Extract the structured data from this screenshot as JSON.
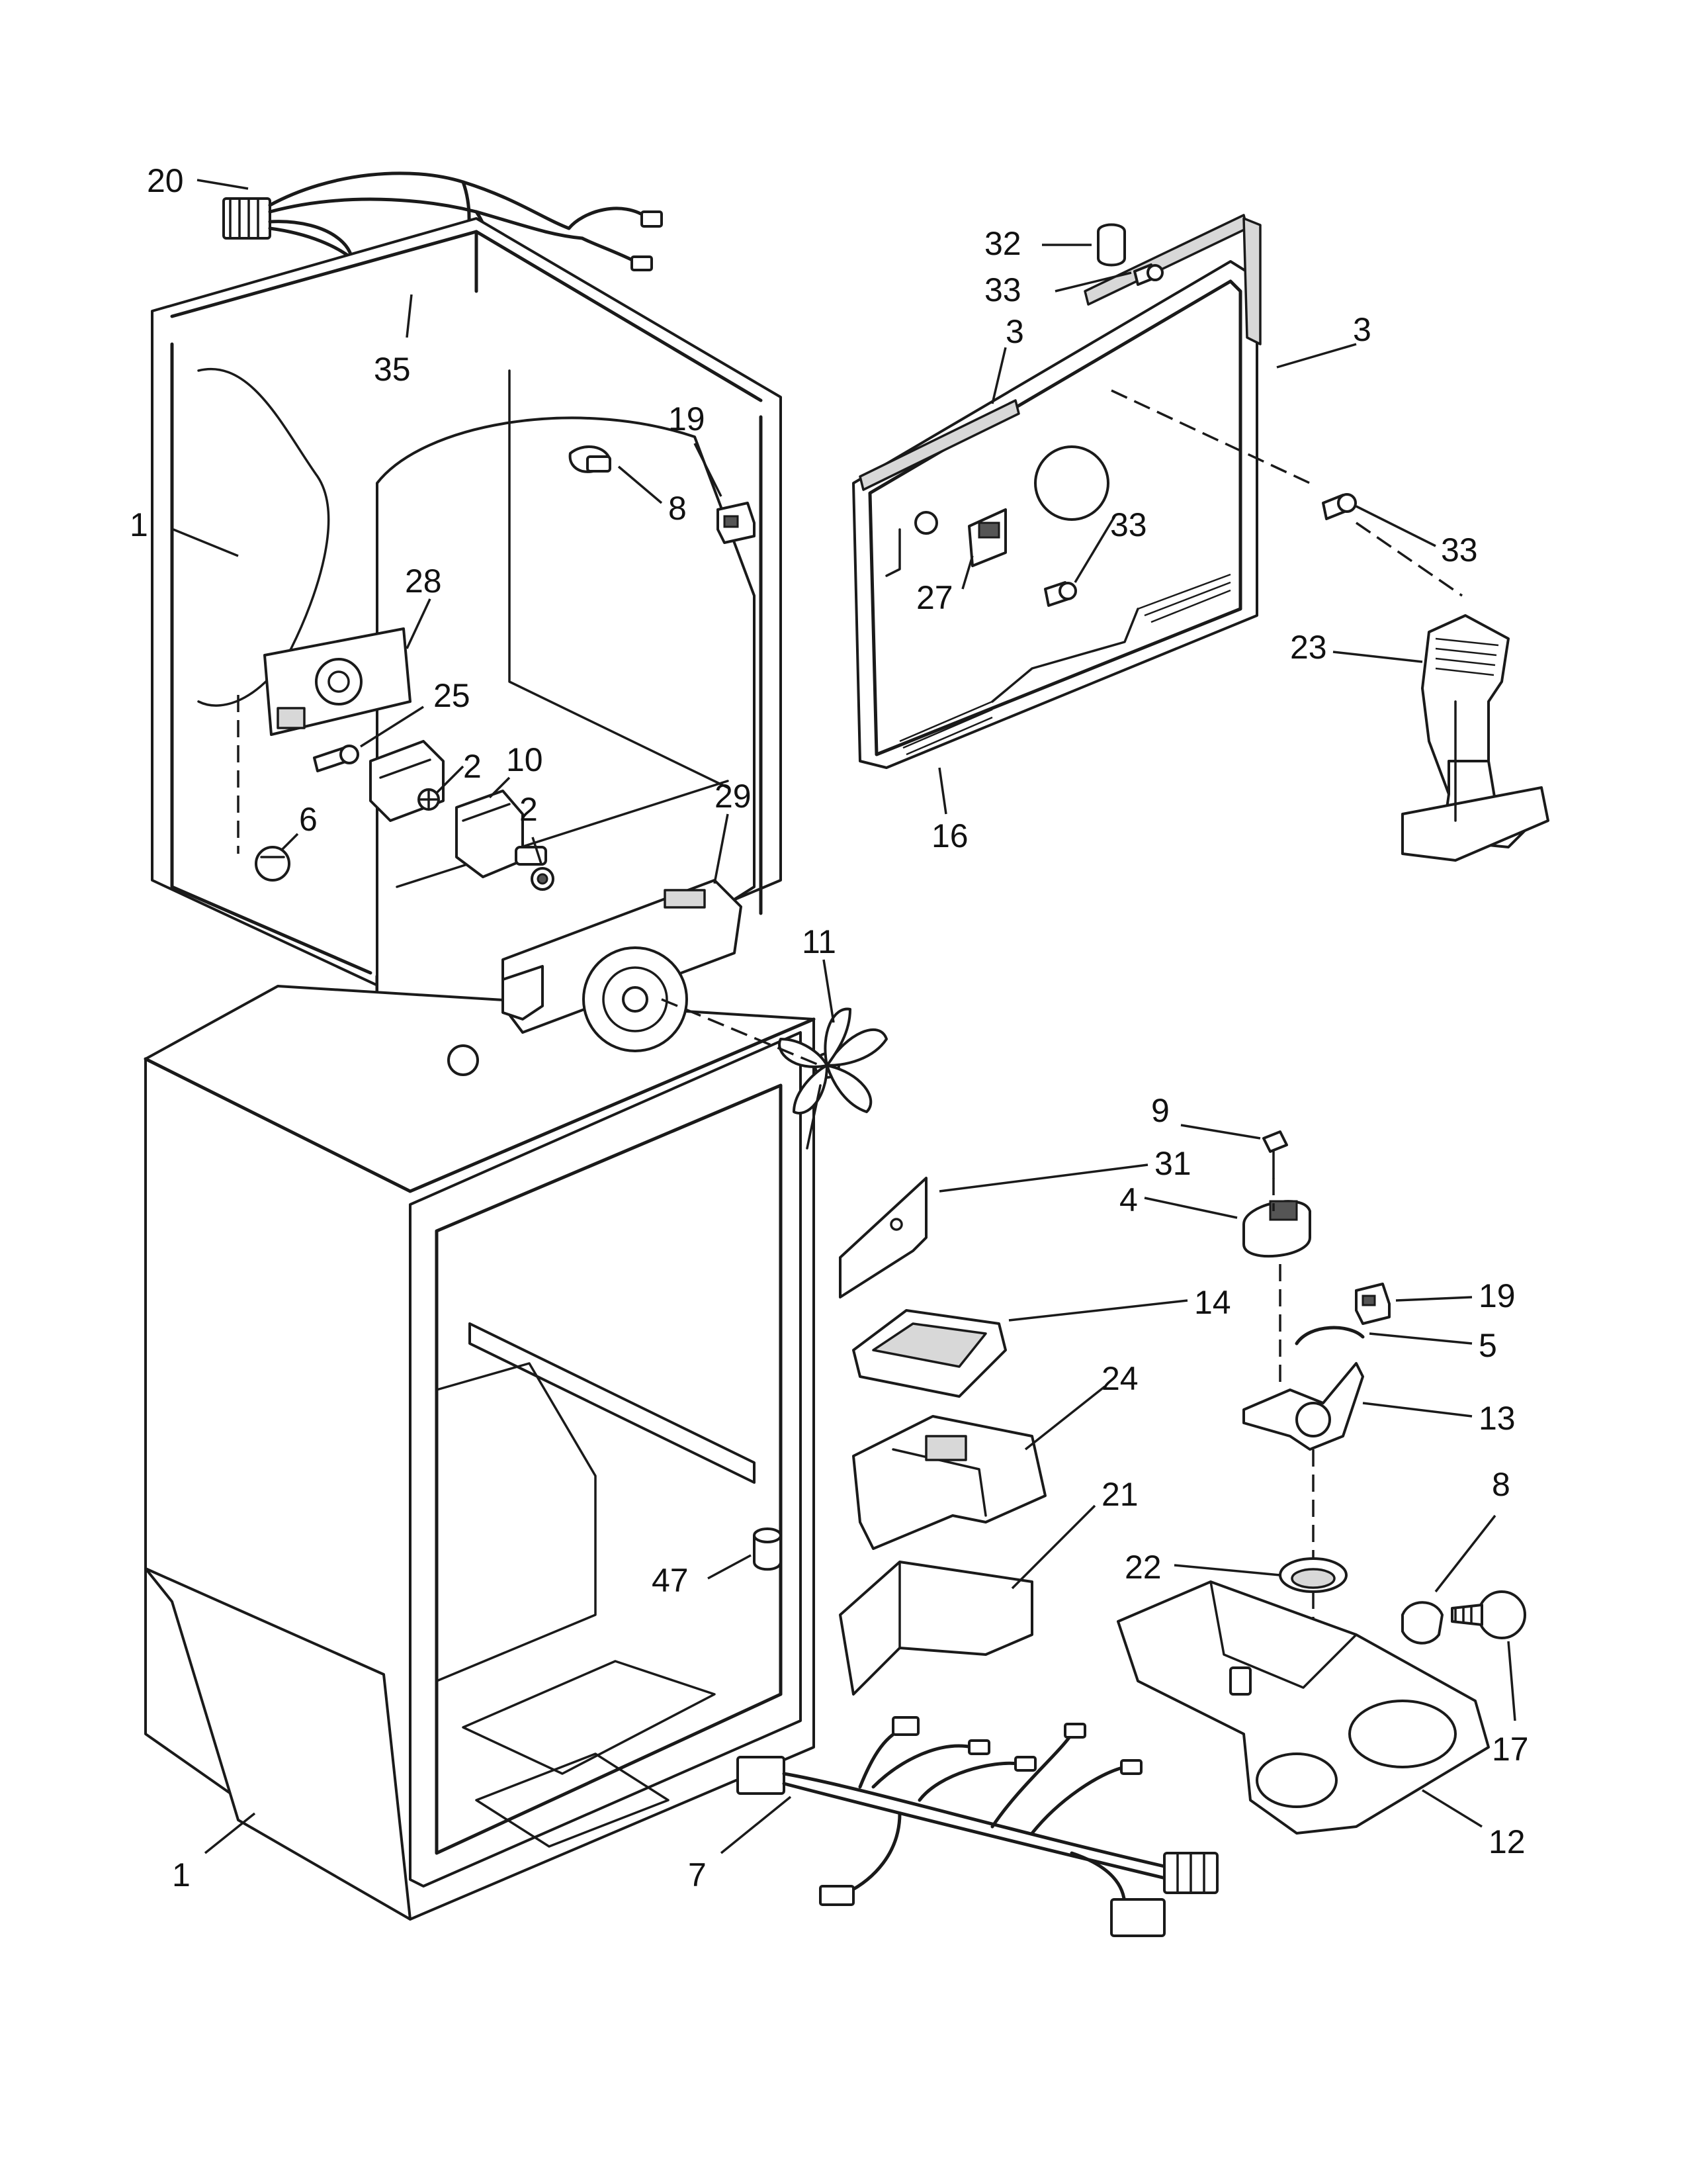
{
  "callouts": [
    {
      "id": "c-20",
      "label": "20"
    },
    {
      "id": "c-35",
      "label": "35"
    },
    {
      "id": "c-1a",
      "label": "1"
    },
    {
      "id": "c-8a",
      "label": "8"
    },
    {
      "id": "c-19a",
      "label": "19"
    },
    {
      "id": "c-28",
      "label": "28"
    },
    {
      "id": "c-25",
      "label": "25"
    },
    {
      "id": "c-2a",
      "label": "2"
    },
    {
      "id": "c-10",
      "label": "10"
    },
    {
      "id": "c-2b",
      "label": "2"
    },
    {
      "id": "c-6",
      "label": "6"
    },
    {
      "id": "c-29",
      "label": "29"
    },
    {
      "id": "c-11",
      "label": "11"
    },
    {
      "id": "c-32",
      "label": "32"
    },
    {
      "id": "c-33a",
      "label": "33"
    },
    {
      "id": "c-3a",
      "label": "3"
    },
    {
      "id": "c-3b",
      "label": "3"
    },
    {
      "id": "c-33b",
      "label": "33"
    },
    {
      "id": "c-33c",
      "label": "33"
    },
    {
      "id": "c-27",
      "label": "27"
    },
    {
      "id": "c-23",
      "label": "23"
    },
    {
      "id": "c-16",
      "label": "16"
    },
    {
      "id": "c-9",
      "label": "9"
    },
    {
      "id": "c-31",
      "label": "31"
    },
    {
      "id": "c-4",
      "label": "4"
    },
    {
      "id": "c-14",
      "label": "14"
    },
    {
      "id": "c-19b",
      "label": "19"
    },
    {
      "id": "c-5",
      "label": "5"
    },
    {
      "id": "c-24",
      "label": "24"
    },
    {
      "id": "c-13",
      "label": "13"
    },
    {
      "id": "c-21",
      "label": "21"
    },
    {
      "id": "c-8b",
      "label": "8"
    },
    {
      "id": "c-22",
      "label": "22"
    },
    {
      "id": "c-47",
      "label": "47"
    },
    {
      "id": "c-17",
      "label": "17"
    },
    {
      "id": "c-12",
      "label": "12"
    },
    {
      "id": "c-1b",
      "label": "1"
    },
    {
      "id": "c-7",
      "label": "7"
    }
  ],
  "parts": {
    "wire_harness_upper": "wire-harness",
    "wire_harness_lower": "wire-harness",
    "cabinet": "refrigerator-cabinet",
    "freezer_liner": "freezer-liner",
    "evaporator_cover": "evaporator-cover",
    "ice_dispenser_light_lens": "light-lens-housing",
    "control_housing": "control-housing"
  }
}
